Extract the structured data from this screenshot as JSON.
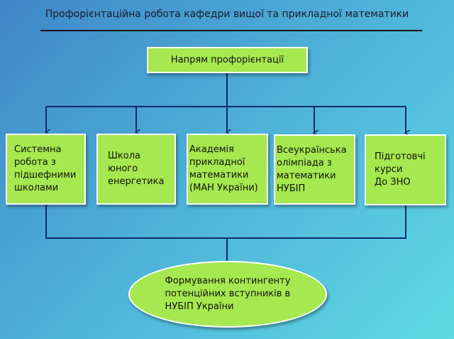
{
  "title": "Профорієнтаційна робота кафедри вищої та прикладної математики",
  "root": "Напрям профорієнтації",
  "branches": [
    "Системна\nробота з\nпідшефними\nшколами",
    "Школа\nюного\nенергетика",
    "Академія\nприкладної\nматематики\n(МАН України)",
    "Всеукраїнська\nолімпіада з\nматематики\nНУБІП",
    "Підготовчі\nкурси\nДо ЗНО"
  ],
  "result": "Формування контингенту\nпотенційних вступників в\nНУБІП України",
  "colors": {
    "box": "#a6e84f",
    "connector": "#0d2a6b"
  }
}
